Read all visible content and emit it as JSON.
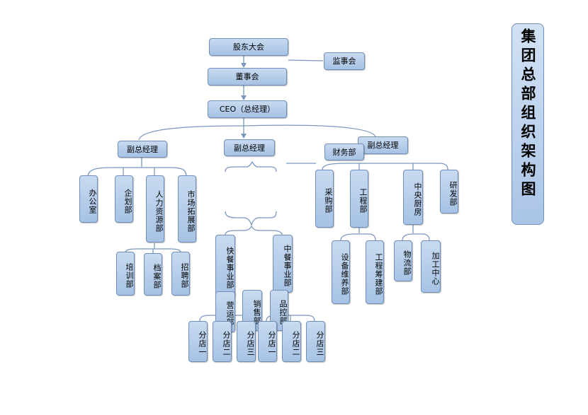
{
  "title": "集团总部组织架构图",
  "nodes": {
    "shareholders": "股东大会",
    "supervisors": "监事会",
    "board": "董事会",
    "ceo": "CEO（总经理）",
    "vgm_left": "副总经理",
    "vgm_center": "副总经理",
    "vgm_right": "副总经理",
    "finance": "财务部",
    "office": "办公室",
    "planning": "企划部",
    "hr": "人力资源部",
    "market": "市场拓展部",
    "training": "培训部",
    "archive": "档案部",
    "recruit": "招聘部",
    "fastfood": "快餐事业部",
    "chinese": "中餐事业部",
    "ops": "营运部",
    "sales": "销售部",
    "qc": "品控部",
    "store_a1": "分店一",
    "store_a2": "分店二",
    "store_a3": "分店三",
    "store_b1": "分店一",
    "store_b2": "分店二",
    "store_b3": "分店三",
    "purchase": "采购部",
    "engineering": "工程部",
    "kitchen": "中央厨房",
    "rnd": "研发部",
    "equipment": "设备维养部",
    "construction": "工程筹建部",
    "logistics": "物流部",
    "processing": "加工中心"
  }
}
